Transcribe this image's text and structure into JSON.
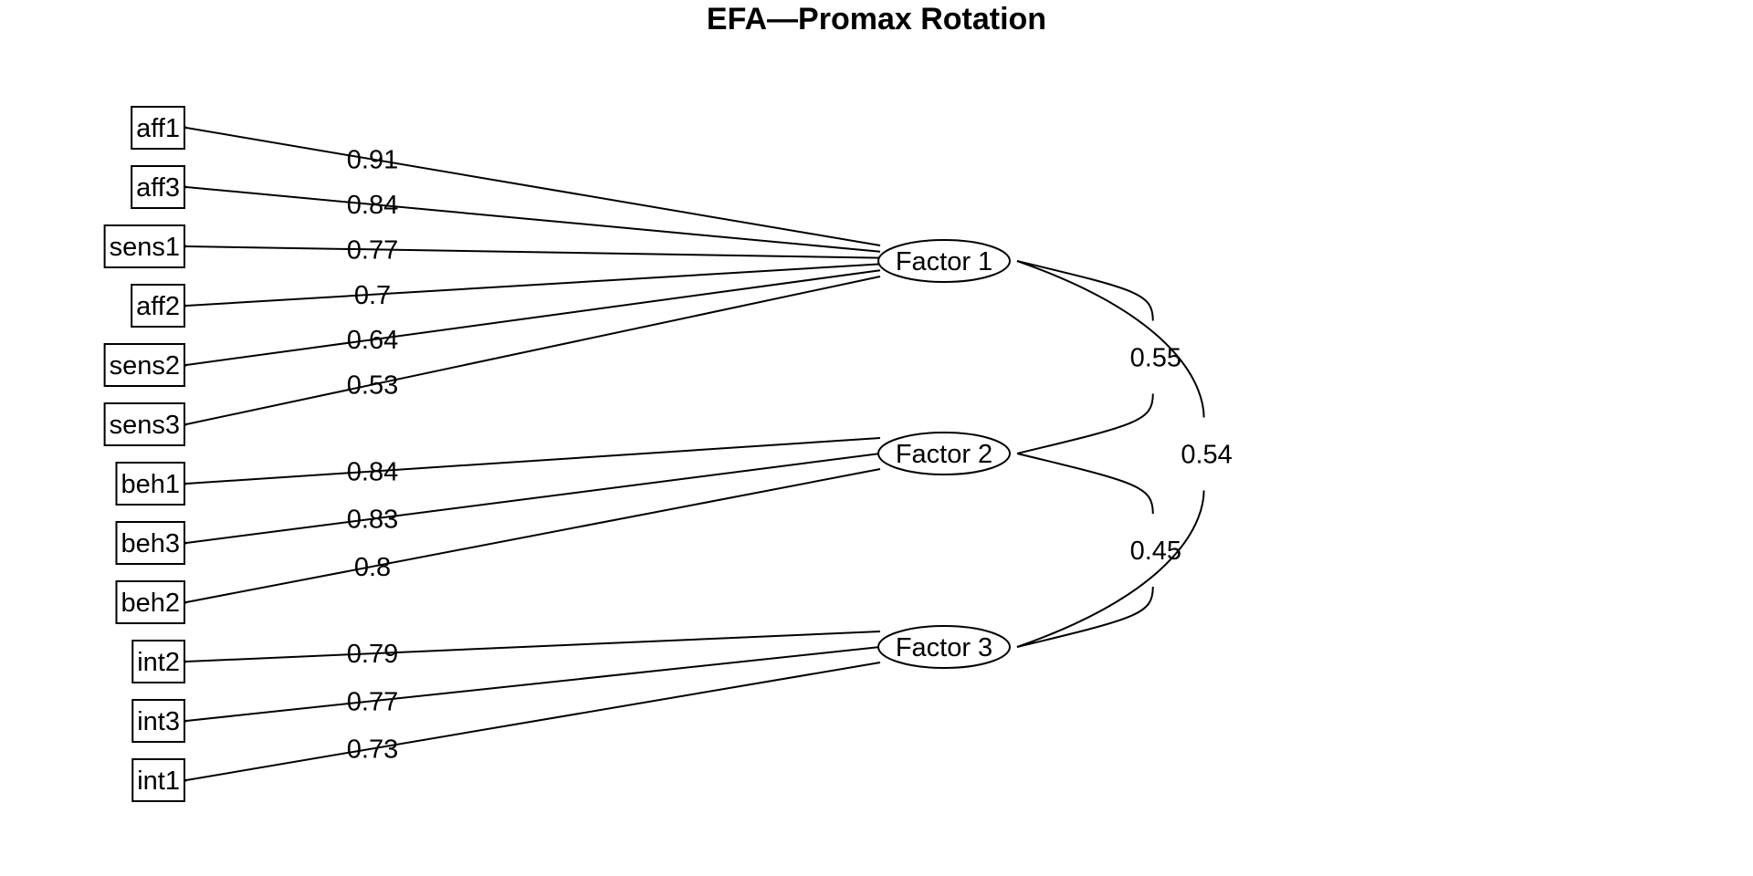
{
  "title": "EFA—Promax Rotation",
  "factors": [
    {
      "id": "f1",
      "label": "Factor 1"
    },
    {
      "id": "f2",
      "label": "Factor 2"
    },
    {
      "id": "f3",
      "label": "Factor 3"
    }
  ],
  "indicators": [
    {
      "label": "aff1",
      "factor": "f1",
      "loading": "0.91"
    },
    {
      "label": "aff3",
      "factor": "f1",
      "loading": "0.84"
    },
    {
      "label": "sens1",
      "factor": "f1",
      "loading": "0.77"
    },
    {
      "label": "aff2",
      "factor": "f1",
      "loading": "0.7"
    },
    {
      "label": "sens2",
      "factor": "f1",
      "loading": "0.64"
    },
    {
      "label": "sens3",
      "factor": "f1",
      "loading": "0.53"
    },
    {
      "label": "beh1",
      "factor": "f2",
      "loading": "0.84"
    },
    {
      "label": "beh3",
      "factor": "f2",
      "loading": "0.83"
    },
    {
      "label": "beh2",
      "factor": "f2",
      "loading": "0.8"
    },
    {
      "label": "int2",
      "factor": "f3",
      "loading": "0.79"
    },
    {
      "label": "int3",
      "factor": "f3",
      "loading": "0.77"
    },
    {
      "label": "int1",
      "factor": "f3",
      "loading": "0.73"
    }
  ],
  "correlations": [
    {
      "from": "f1",
      "to": "f2",
      "value": "0.55"
    },
    {
      "from": "f2",
      "to": "f3",
      "value": "0.45"
    },
    {
      "from": "f1",
      "to": "f3",
      "value": "0.54"
    }
  ]
}
